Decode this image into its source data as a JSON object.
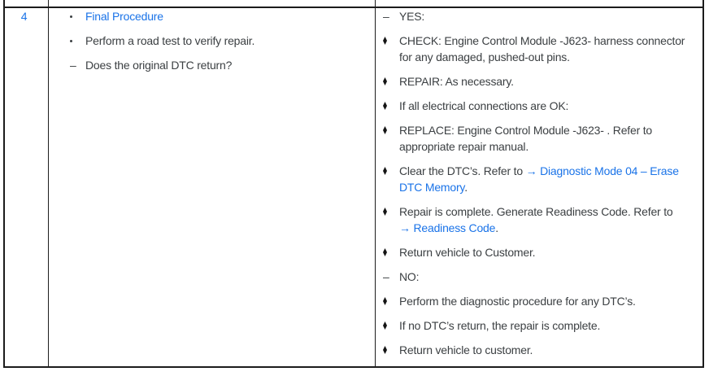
{
  "colors": {
    "link_blue": "#1a73e8",
    "body_text": "#3c4043",
    "border": "#1c1c1c",
    "background": "#ffffff"
  },
  "table": {
    "step_number": "4",
    "procedure_cell": {
      "items": [
        {
          "bullet": "dot",
          "segments": [
            {
              "type": "link",
              "name": "final-procedure-link",
              "text": "Final Procedure"
            }
          ]
        },
        {
          "bullet": "dot",
          "segments": [
            {
              "type": "text",
              "text": "Perform a road test to verify repair."
            }
          ]
        },
        {
          "bullet": "dash",
          "segments": [
            {
              "type": "text",
              "text": "Does the original DTC return?"
            }
          ]
        }
      ]
    },
    "result_cell": {
      "items": [
        {
          "bullet": "dash",
          "segments": [
            {
              "type": "text",
              "text": "YES:"
            }
          ]
        },
        {
          "bullet": "diamond",
          "segments": [
            {
              "type": "text",
              "text": "CHECK: Engine Control Module -J623- harness connector"
            },
            {
              "type": "break"
            },
            {
              "type": "text",
              "text": "for any damaged, pushed-out pins."
            }
          ]
        },
        {
          "bullet": "diamond",
          "segments": [
            {
              "type": "text",
              "text": "REPAIR: As necessary."
            }
          ]
        },
        {
          "bullet": "diamond",
          "segments": [
            {
              "type": "text",
              "text": "If all electrical connections are OK:"
            }
          ]
        },
        {
          "bullet": "diamond",
          "segments": [
            {
              "type": "text",
              "text": "REPLACE: Engine Control Module -J623- . Refer to"
            },
            {
              "type": "break"
            },
            {
              "type": "text",
              "text": "appropriate repair manual."
            }
          ]
        },
        {
          "bullet": "diamond",
          "segments": [
            {
              "type": "text",
              "text": "Clear the DTC’s. Refer to "
            },
            {
              "type": "link",
              "name": "diagnostic-mode-04-erase-dtc-memory-link",
              "text": "→ Diagnostic Mode 04 – Erase"
            },
            {
              "type": "break"
            },
            {
              "type": "link",
              "name": "diagnostic-mode-04-erase-dtc-memory-link",
              "text": "DTC Memory"
            },
            {
              "type": "text",
              "text": "."
            }
          ]
        },
        {
          "bullet": "diamond",
          "segments": [
            {
              "type": "text",
              "text": "Repair is complete. Generate Readiness Code. Refer to"
            },
            {
              "type": "break"
            },
            {
              "type": "link",
              "name": "readiness-code-link",
              "text": "→ Readiness Code"
            },
            {
              "type": "text",
              "text": "."
            }
          ]
        },
        {
          "bullet": "diamond",
          "segments": [
            {
              "type": "text",
              "text": "Return vehicle to Customer."
            }
          ]
        },
        {
          "bullet": "dash",
          "segments": [
            {
              "type": "text",
              "text": "NO:"
            }
          ]
        },
        {
          "bullet": "diamond",
          "segments": [
            {
              "type": "text",
              "text": "Perform the diagnostic procedure for any DTC’s."
            }
          ]
        },
        {
          "bullet": "diamond",
          "segments": [
            {
              "type": "text",
              "text": "If no DTC’s return, the repair is complete."
            }
          ]
        },
        {
          "bullet": "diamond",
          "segments": [
            {
              "type": "text",
              "text": "Return vehicle to customer."
            }
          ]
        }
      ]
    }
  }
}
